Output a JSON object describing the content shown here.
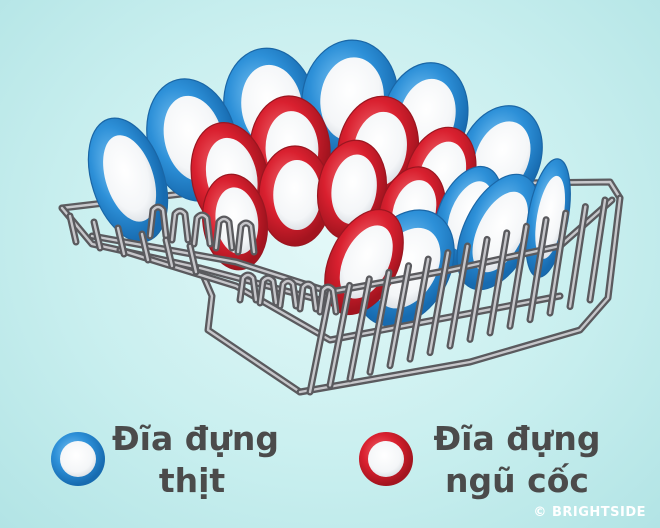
{
  "colors": {
    "background": "#c9efef",
    "blue_plate": "#2d90d8",
    "red_plate": "#d9202f",
    "rack_wire": "#6f6f73",
    "text": "#4b4b4b"
  },
  "illustration": {
    "subject": "dish-rack",
    "icons": [
      "blue-plate-icon",
      "red-plate-icon",
      "dish-rack-icon"
    ]
  },
  "legend": [
    {
      "color": "#2d90d8",
      "icon": "blue-plate-icon",
      "line1": "Đĩa đựng",
      "line2": "thịt"
    },
    {
      "color": "#d9202f",
      "icon": "red-plate-icon",
      "line1": "Đĩa đựng",
      "line2": "ngũ cốc"
    }
  ],
  "watermark": "© BRIGHTSIDE"
}
